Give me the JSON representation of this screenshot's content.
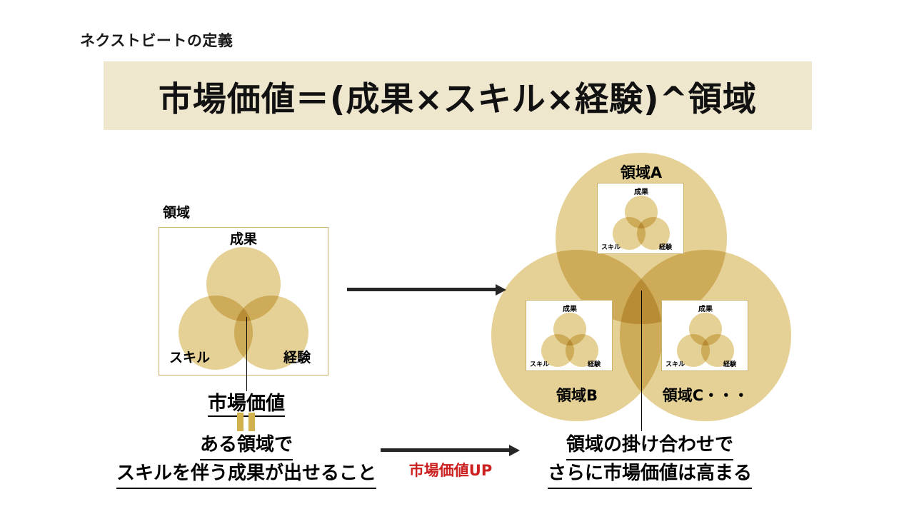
{
  "slide": {
    "title": "ネクストビートの定義",
    "formula": "市場価値＝(成果×スキル×経験)^領域",
    "banner_color": "#efe6ce"
  },
  "palette": {
    "circle_fill": "#e0c77f",
    "circle_overlap": "#d4b855",
    "box_border": "#cbb06a",
    "equals_gold": "#d2b14f",
    "accent_red": "#cc1f1f",
    "arrow_black": "#262626"
  },
  "left": {
    "domain_label": "領域",
    "venn": {
      "top": "成果",
      "left": "スキル",
      "right": "経験"
    },
    "result_word": "市場価値",
    "equals_symbol": "=",
    "caption_line1": "ある領域で",
    "caption_line2": "スキルを伴う成果が出せること"
  },
  "middle": {
    "transform_arrow": "arrow-right-icon",
    "up_arrow": "arrow-right-icon",
    "up_label": "市場価値UP"
  },
  "right": {
    "domains": [
      {
        "label": "領域A",
        "venn": {
          "top": "成果",
          "left": "スキル",
          "right": "経験"
        }
      },
      {
        "label": "領域B",
        "venn": {
          "top": "成果",
          "left": "スキル",
          "right": "経験"
        }
      },
      {
        "label": "領域C・・・",
        "venn": {
          "top": "成果",
          "left": "スキル",
          "right": "経験"
        }
      }
    ],
    "caption_line1": "領域の掛け合わせで",
    "caption_line2": "さらに市場価値は高まる"
  }
}
